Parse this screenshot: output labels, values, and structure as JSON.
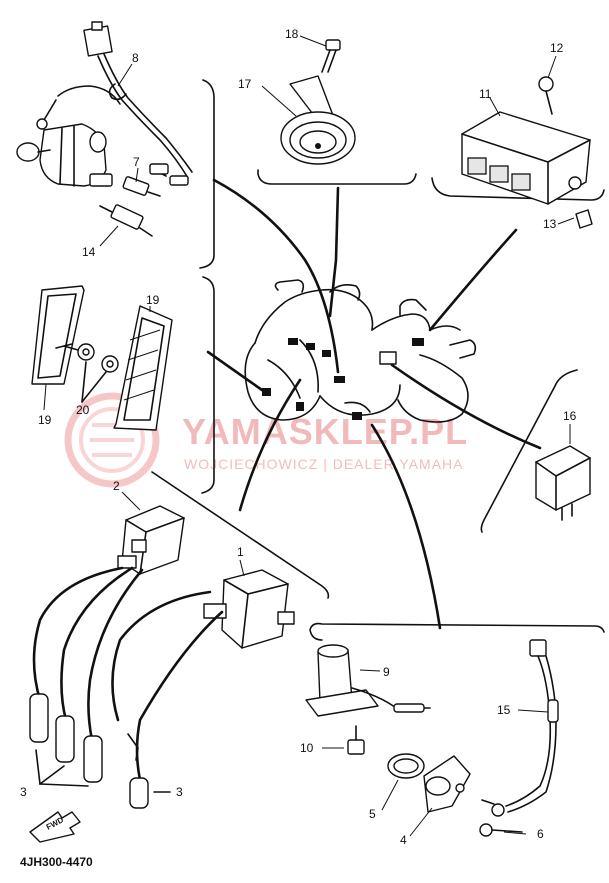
{
  "diagram_code": "4JH300-4470",
  "fwd_label": "FWD",
  "watermark": {
    "title": "YAMASKLEP.PL",
    "subtitle": "WOJCIECHOWICZ | DEALER YAMAHA"
  },
  "part_numbers": {
    "p1": "1",
    "p2": "2",
    "p3a": "3",
    "p3b": "3",
    "p4": "4",
    "p5": "5",
    "p6": "6",
    "p7": "7",
    "p8": "8",
    "p9": "9",
    "p10": "10",
    "p11": "11",
    "p12": "12",
    "p13": "13",
    "p14": "14",
    "p15": "15",
    "p16": "16",
    "p17": "17",
    "p18": "18",
    "p19a": "19",
    "p19b": "19",
    "p20": "20"
  }
}
